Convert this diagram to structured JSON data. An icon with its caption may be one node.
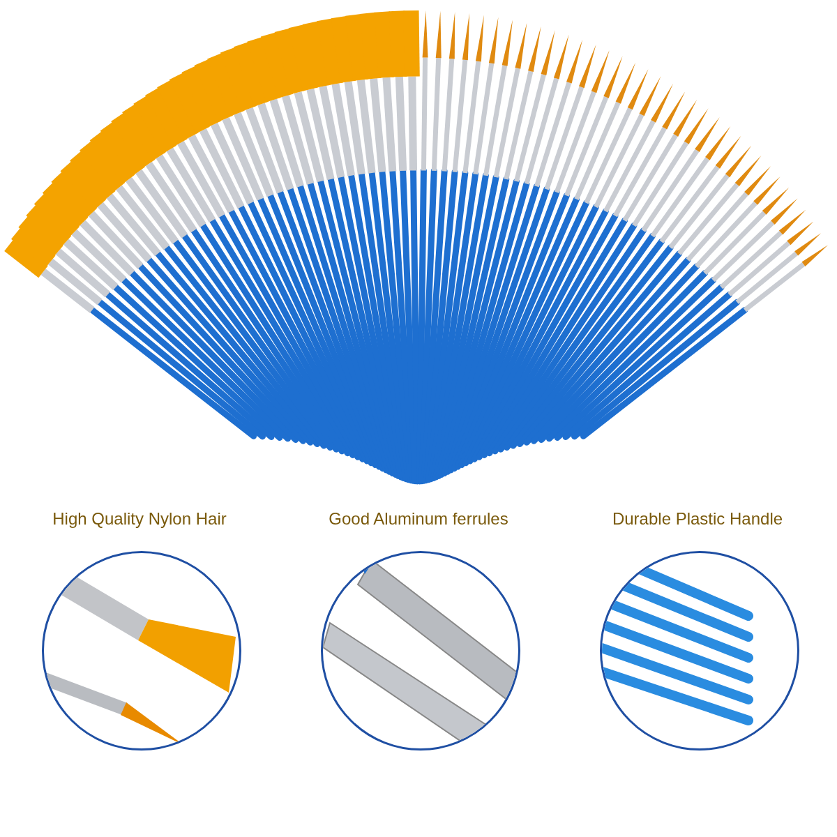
{
  "diagram": {
    "nodes": [
      {
        "text": [
          "High Quality Nylon Hair"
        ]
      },
      {
        "text": [
          "Good Aluminum ferrules"
        ]
      },
      {
        "text": [
          "Durable Plastic Handle"
        ]
      }
    ]
  }
}
